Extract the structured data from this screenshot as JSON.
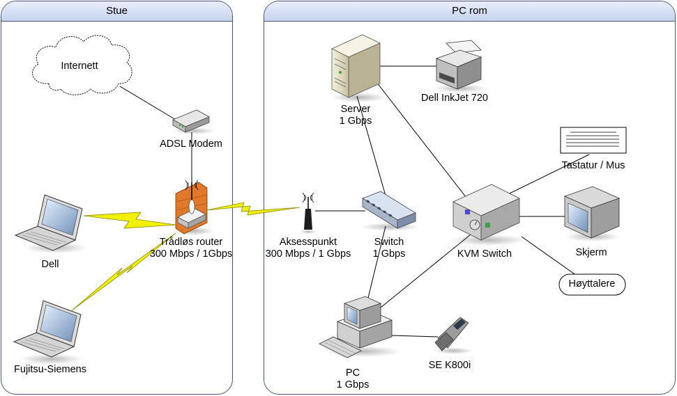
{
  "zones": {
    "stue": "Stue",
    "pc_rom": "PC rom"
  },
  "nodes": {
    "internet": "Internett",
    "adsl_modem": "ADSL Modem",
    "router_line1": "Trådløs router",
    "router_line2": "300 Mbps / 1Gbps",
    "dell": "Dell",
    "fujitsu": "Fujitsu-Siemens",
    "server_line1": "Server",
    "server_line2": "1 Gbps",
    "printer": "Dell InkJet 720",
    "keyboard_mouse": "Tastatur / Mus",
    "access_point_line1": "Aksesspunkt",
    "access_point_line2": "300 Mbps / 1 Gbps",
    "switch_line1": "Switch",
    "switch_line2": "1 Gbps",
    "kvm": "KVM Switch",
    "monitor": "Skjerm",
    "speakers": "Høyttalere",
    "pc_line1": "PC",
    "pc_line2": "1 Gbps",
    "phone": "SE K800i"
  },
  "colors": {
    "panel_border": "#4a5878",
    "panel_header": "#c7d3ee",
    "wireless_bolt": "#f0f000",
    "router_brick": "#e07a2a",
    "device_gray": "#cfcfcf"
  }
}
